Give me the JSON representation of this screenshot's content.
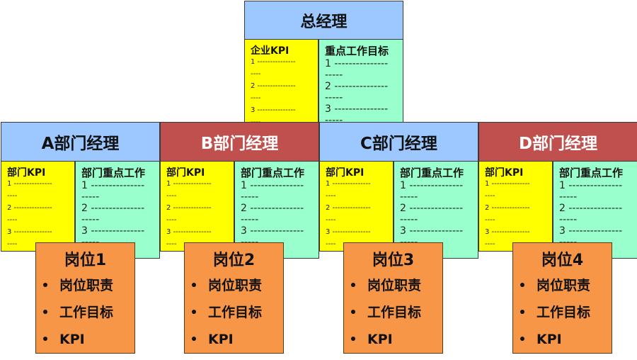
{
  "top": {
    "title": "总经理",
    "kpi_title": "企业KPI",
    "kpi_lines": [
      "1 ---------------",
      "----",
      "2 ---------------",
      "----",
      "3 ---------------",
      "----"
    ],
    "goal_title": "重点工作目标",
    "goal_lines": [
      "1 ---------------",
      "-----",
      "2 ---------------",
      "-----",
      "3 ---------------",
      "-----"
    ]
  },
  "departments": [
    {
      "title": "A部门经理",
      "header_color": "blue"
    },
    {
      "title": "B部门经理",
      "header_color": "red"
    },
    {
      "title": "C部门经理",
      "header_color": "blue"
    },
    {
      "title": "D部门经理",
      "header_color": "red"
    }
  ],
  "dept_panel": {
    "kpi_title": "部门KPI",
    "kpi_lines": [
      "1 ---------------",
      "----",
      "2 ---------------",
      "----",
      "3 ---------------",
      "----"
    ],
    "goal_title": "部门重点工作",
    "goal_lines": [
      "1 ---------------",
      "-----",
      "2 ---------------",
      "-----",
      "3 ---------------",
      "-----"
    ]
  },
  "posts": [
    {
      "title": "岗位1"
    },
    {
      "title": "岗位2"
    },
    {
      "title": "岗位3"
    },
    {
      "title": "岗位4"
    }
  ],
  "post_items": [
    "岗位职责",
    "工作目标",
    "KPI"
  ],
  "colors": {
    "header_blue": "#9cc8ff",
    "header_red": "#c0504d",
    "kpi_yellow": "#ffff00",
    "goal_green": "#99ffcc",
    "post_orange": "#f79646"
  }
}
